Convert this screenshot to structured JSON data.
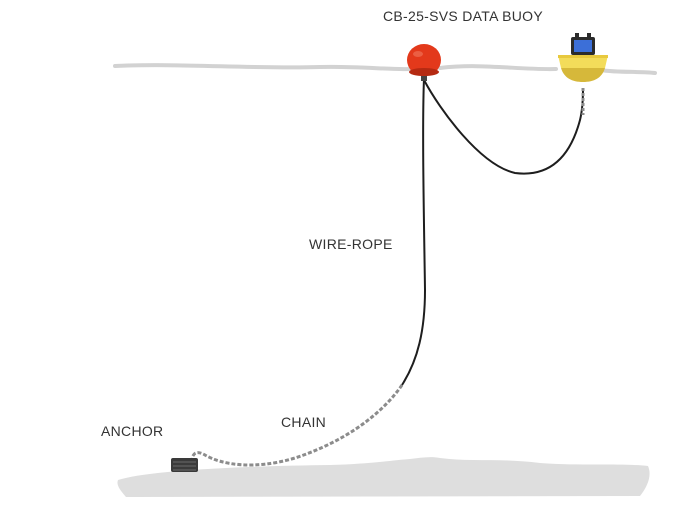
{
  "labels": {
    "buoy": "CB-25-SVS DATA BUOY",
    "wire_rope": "WIRE-ROPE",
    "chain": "CHAIN",
    "anchor": "ANCHOR"
  },
  "colors": {
    "text": "#333333",
    "sea_surface": "#d2d2d2",
    "seabed": "#dedede",
    "marker_buoy": "#e3391b",
    "data_buoy_hull": "#f3dc5a",
    "data_buoy_shadow": "#d6b83a",
    "data_buoy_screen": "#3c6fd8",
    "rope": "#1e1e1e",
    "chain": "#8c8c8c",
    "anchor": "#3a3a3a"
  },
  "icons": {
    "marker_buoy": "red-surface-marker-buoy-icon",
    "data_buoy": "yellow-data-buoy-icon",
    "anchor": "anchor-block-icon"
  }
}
